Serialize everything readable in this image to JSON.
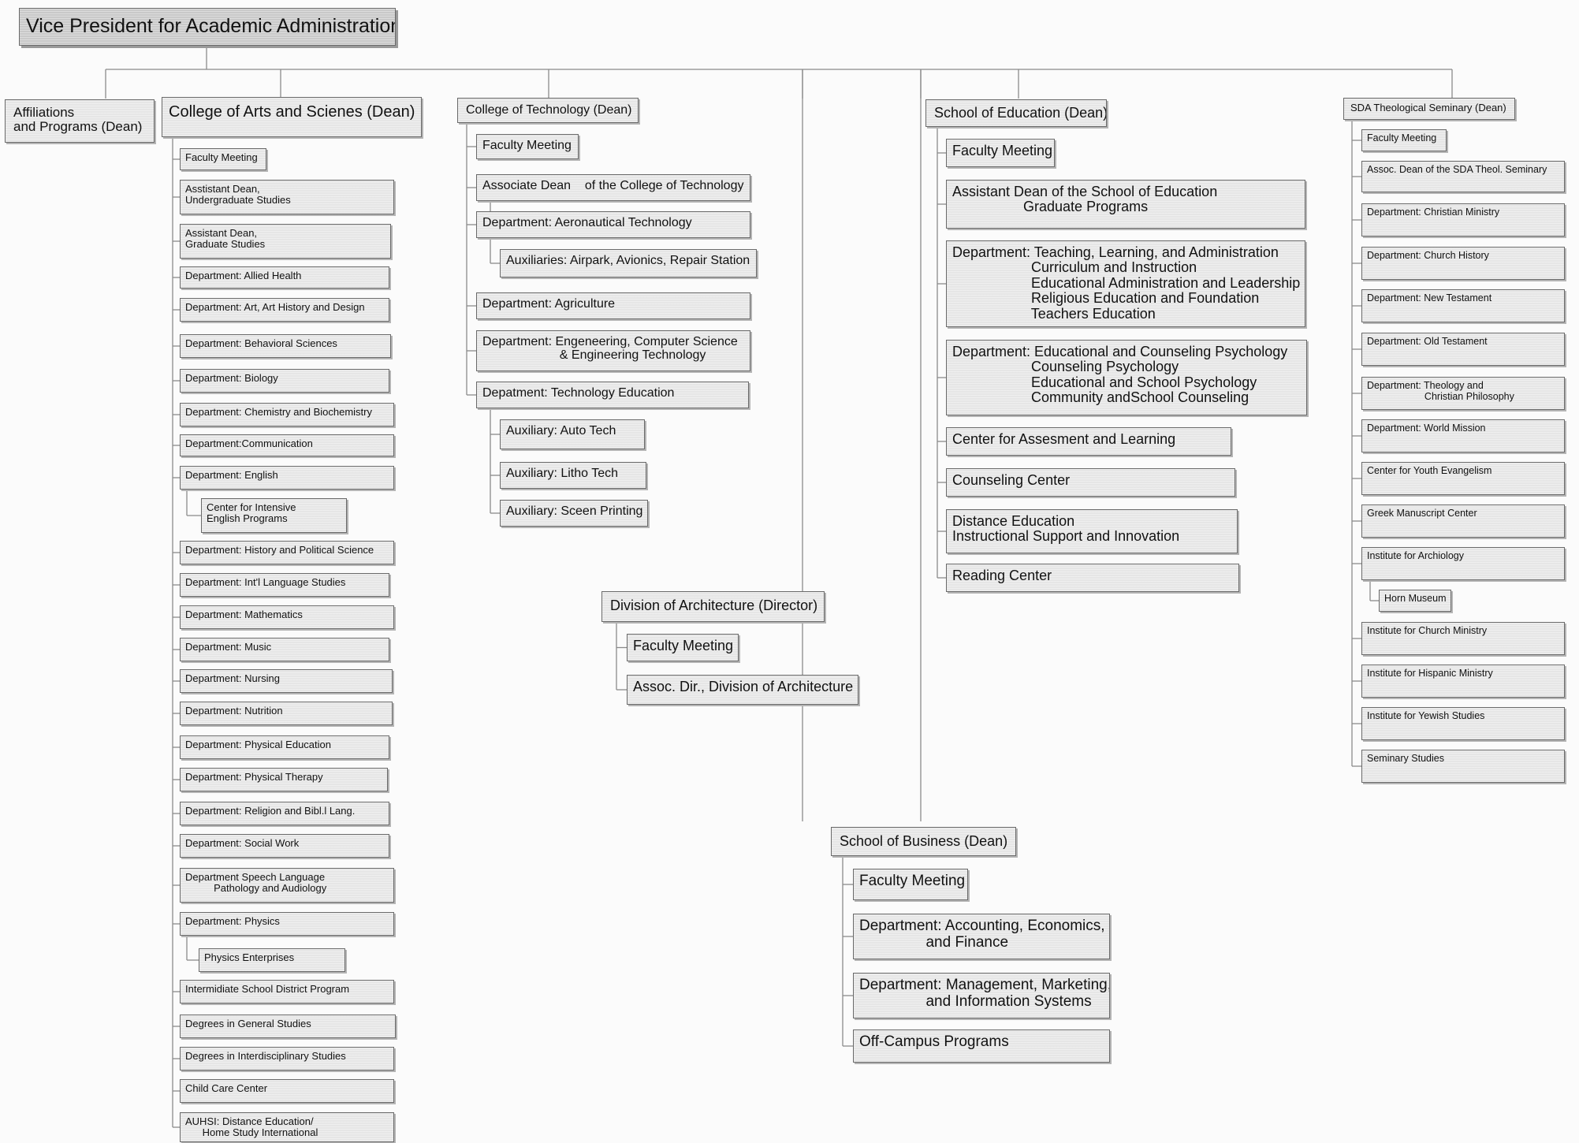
{
  "org": {
    "root": "Vice President for Academic Administration",
    "affiliations": {
      "title": "Affiliations\nand Programs (Dean)"
    },
    "arts": {
      "title": "College of Arts and Scienes (Dean)",
      "items": [
        "Faculty Meeting",
        "Asstistant Dean,\nUndergraduate Studies",
        "Assistant Dean,\nGraduate Studies",
        "Department: Allied Health",
        "Department: Art, Art History and Design",
        "Department: Behavioral Sciences",
        "Department: Biology",
        "Department: Chemistry and Biochemistry",
        "Department:Communication",
        "Department: English",
        "Center for Intensive\nEnglish Programs",
        "Department: History and Political Science",
        "Department: Int'l Language Studies",
        "Department: Mathematics",
        "Department: Music",
        "Department: Nursing",
        "Department: Nutrition",
        "Department: Physical Education",
        "Department: Physical Therapy",
        "Department: Religion and Bibl.l Lang.",
        "Department: Social Work",
        "Department Speech Language\n          Pathology and Audiology",
        "Department: Physics",
        "Physics Enterprises",
        "Intermidiate School District Program",
        "Degrees in General Studies",
        "Degrees in Interdisciplinary Studies",
        "Child Care Center",
        "AUHSI: Distance Education/\n      Home Study International"
      ]
    },
    "technology": {
      "title": "College of Technology (Dean)",
      "items": [
        "Faculty Meeting",
        "Associate Dean    of the College of Technology",
        "Department: Aeronautical Technology",
        "Auxiliaries: Airpark, Avionics, Repair Station",
        "Department: Agriculture",
        "Department: Engeneering, Computer Science\n                      & Engineering Technology",
        "Depatment: Technology Education",
        "Auxiliary: Auto Tech",
        "Auxiliary: Litho Tech",
        "Auxiliary: Sceen Printing"
      ]
    },
    "architecture": {
      "title": "Division of Architecture (Director)",
      "items": [
        "Faculty Meeting",
        "Assoc. Dir., Division of Architecture"
      ]
    },
    "education": {
      "title": "School of Education (Dean)",
      "items": [
        "Faculty Meeting",
        "Assistant Dean of the School of Education\n                  Graduate Programs",
        "Department: Teaching, Learning, and Administration\n                    Curriculum and Instruction\n                    Educational Administration and Leadership\n                    Religious Education and Foundation\n                    Teachers Education",
        "Department: Educational and Counseling Psychology\n                    Counseling Psychology\n                    Educational and School Psychology\n                    Community andSchool Counseling",
        "Center for Assesment and Learning",
        "Counseling Center",
        "Distance Education\nInstructional Support and Innovation",
        "Reading Center"
      ]
    },
    "business": {
      "title": "School of Business (Dean)",
      "items": [
        "Faculty Meeting",
        "Department: Accounting, Economics,\n                and Finance",
        "Department: Management, Marketing,\n                and Information Systems",
        "Off-Campus Programs"
      ]
    },
    "seminary": {
      "title": "SDA Theological Seminary (Dean)",
      "items": [
        "Faculty Meeting",
        "Assoc. Dean of the SDA Theol. Seminary",
        "Department: Christian Ministry",
        "Department: Church History",
        "Department: New Testament",
        "Department: Old Testament",
        "Department: Theology and\n                     Christian Philosophy",
        "Department: World Mission",
        "Center for Youth Evangelism",
        "Greek Manuscript Center",
        "Institute for Archiology",
        "Horn Museum",
        "Institute for Church Ministry",
        "Institute for Hispanic Ministry",
        "Institute for Yewish Studies",
        "Seminary Studies"
      ]
    }
  },
  "colors": {
    "box": "#e6e6e6",
    "root": "#c9c9c9",
    "border": "#6a6a6a",
    "line": "#8a8a8a",
    "text": "#111111"
  }
}
